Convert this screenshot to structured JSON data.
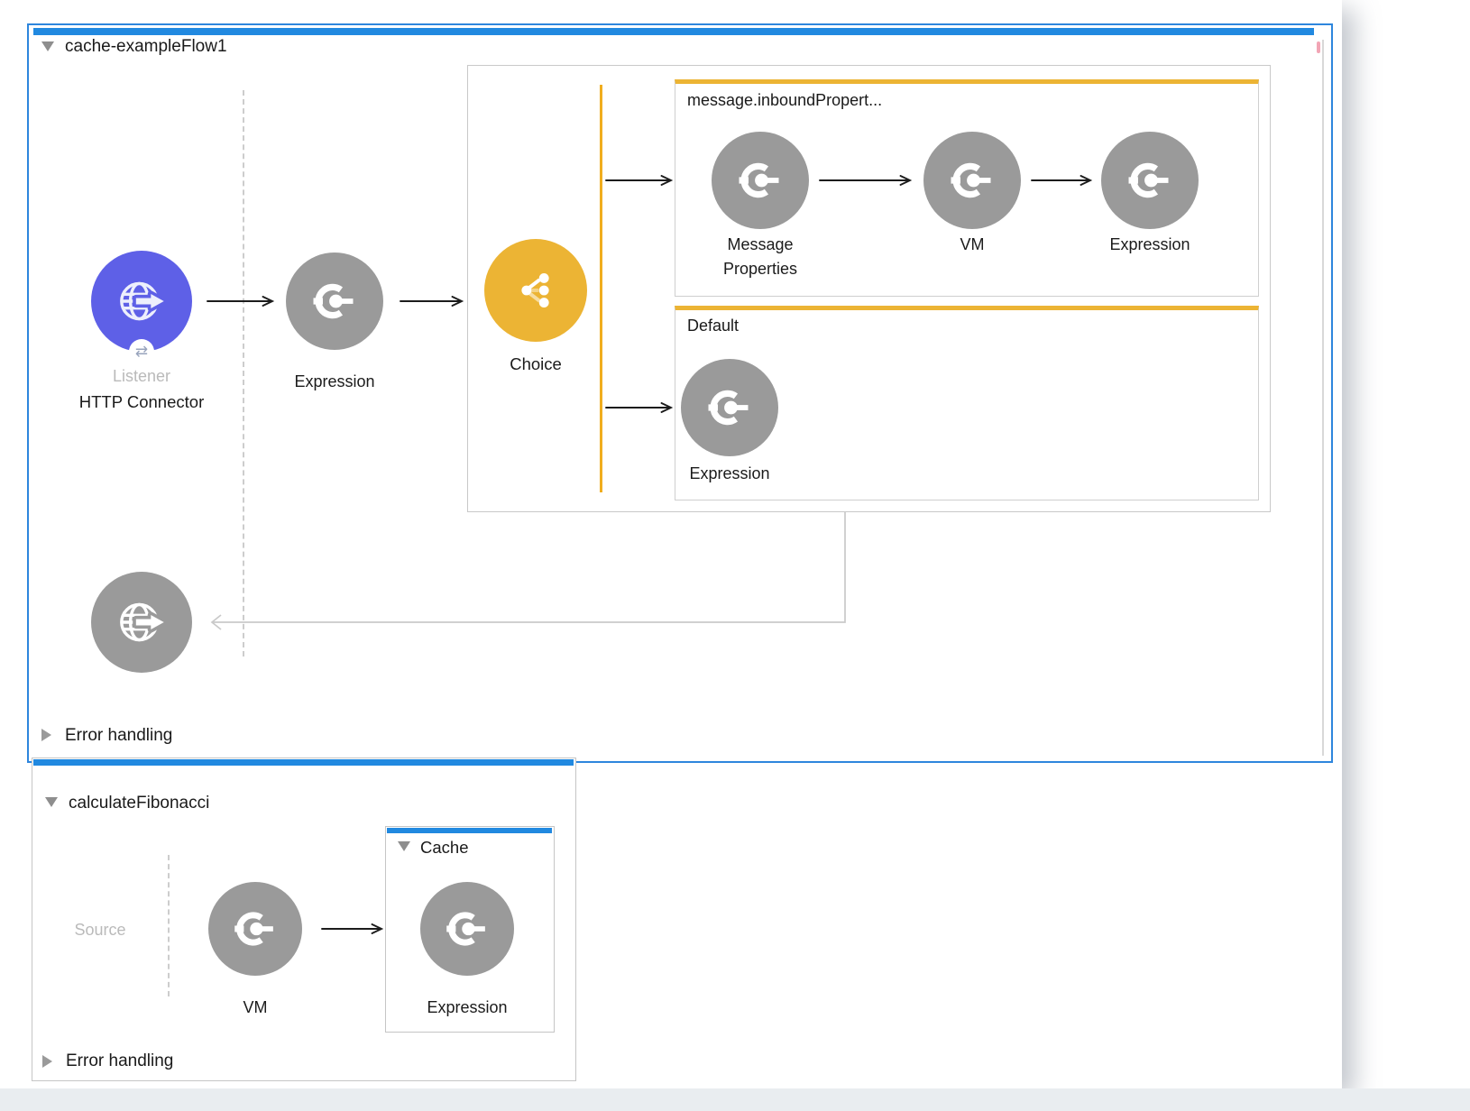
{
  "colors": {
    "accent_blue": "#2189E0",
    "selection_blue": "#2E86DD",
    "listener_indigo": "#5E60E7",
    "choice_yellow": "#ECB434",
    "node_gray": "#9A9A9A"
  },
  "flow1": {
    "title": "cache-exampleFlow1",
    "listener": {
      "connector": "Listener",
      "label": "HTTP Connector",
      "badge_icon": "⇄"
    },
    "expression": {
      "label": "Expression"
    },
    "choice": {
      "label": "Choice"
    },
    "when_branch": {
      "condition": "message.inboundPropert...",
      "steps": [
        "Message Properties",
        "VM",
        "Expression"
      ]
    },
    "default_branch": {
      "condition": "Default",
      "steps": [
        "Expression"
      ]
    },
    "error_handling_label": "Error handling"
  },
  "flow2": {
    "title": "calculateFibonacci",
    "source_placeholder": "Source",
    "vm": {
      "label": "VM"
    },
    "cache": {
      "title": "Cache",
      "expression_label": "Expression"
    },
    "error_handling_label": "Error handling"
  }
}
